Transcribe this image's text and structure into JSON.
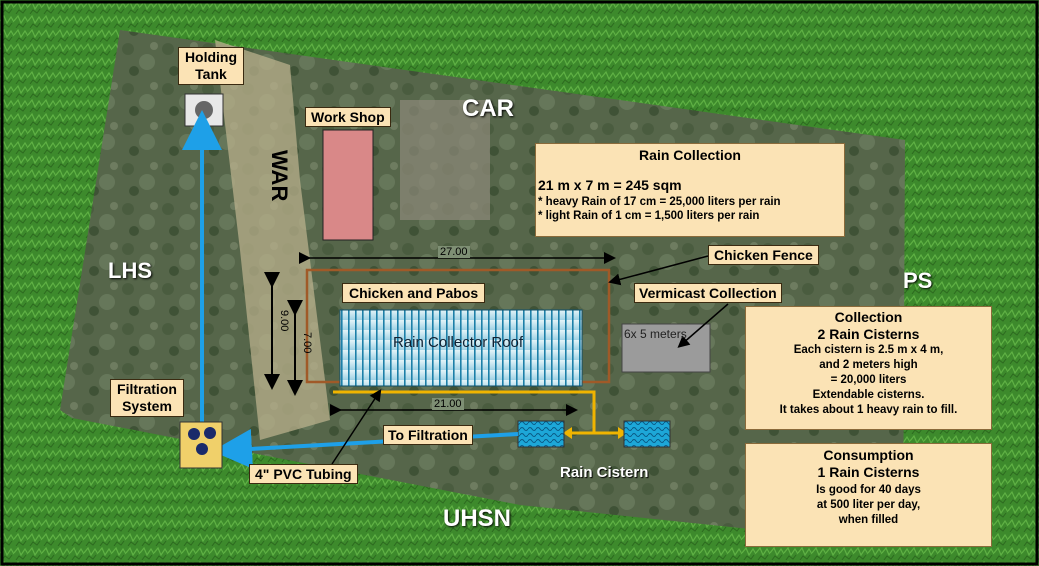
{
  "labels": {
    "holding_tank_1": "Holding",
    "holding_tank_2": "Tank",
    "work_shop": "Work Shop",
    "car": "CAR",
    "war": "WAR",
    "lhs": "LHS",
    "ps": "PS",
    "uhsn": "UHSN",
    "chicken_fence": "Chicken Fence",
    "chicken_and_pabos": "Chicken and Pabos",
    "vermicast_collection": "Vermicast  Collection",
    "vermicast_size": "6x 5 meters",
    "rain_collector_roof": "Rain Collector Roof",
    "filtration_system_1": "Filtration",
    "filtration_system_2": "System",
    "to_filtration": "To Filtration",
    "pvc_tubing": "4\" PVC Tubing",
    "rain_cistern": "Rain Cistern"
  },
  "dimensions": {
    "fence_width": "27.00",
    "fence_height": "9.00",
    "roof_height": "7.00",
    "roof_width": "21.00"
  },
  "rain_collection": {
    "title": "Rain Collection",
    "area": "21 m x 7 m = 245 sqm",
    "heavy": "* heavy Rain of 17 cm =  25,000 liters per rain",
    "light": "* light Rain of 1 cm = 1,500 liters per rain"
  },
  "collection_panel": {
    "title": "Collection",
    "subtitle": "2 Rain Cisterns",
    "line1": "Each cistern is 2.5 m x 4 m,",
    "line2": "and 2 meters high",
    "line3": "= 20,000 liters",
    "line4": "Extendable cisterns.",
    "line5": "It takes about 1 heavy rain to fill."
  },
  "consumption_panel": {
    "title": "Consumption",
    "subtitle": "1 Rain Cisterns",
    "line1": "Is good for 40 days",
    "line2": "at 500 liter per day,",
    "line3": "when filled"
  },
  "colors": {
    "grass": "#3f8a2e",
    "aerial": "#5c6b4f",
    "label_bg": "#fbe3b5",
    "blue_pipe": "#1ea0e8",
    "yellow_pipe": "#f0b400",
    "workshop": "#d98888",
    "roof_stripe": "#1c7fa8",
    "fence": "#a05a28"
  }
}
